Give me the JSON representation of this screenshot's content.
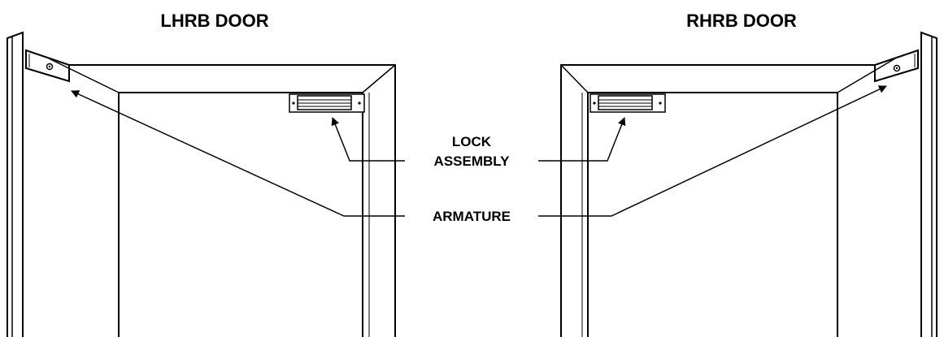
{
  "titles": {
    "left": "LHRB DOOR",
    "right": "RHRB DOOR"
  },
  "callouts": {
    "lock_line1": "LOCK",
    "lock_line2": "ASSEMBLY",
    "armature": "ARMATURE"
  },
  "colors": {
    "ink": "#000000",
    "background": "#ffffff"
  }
}
